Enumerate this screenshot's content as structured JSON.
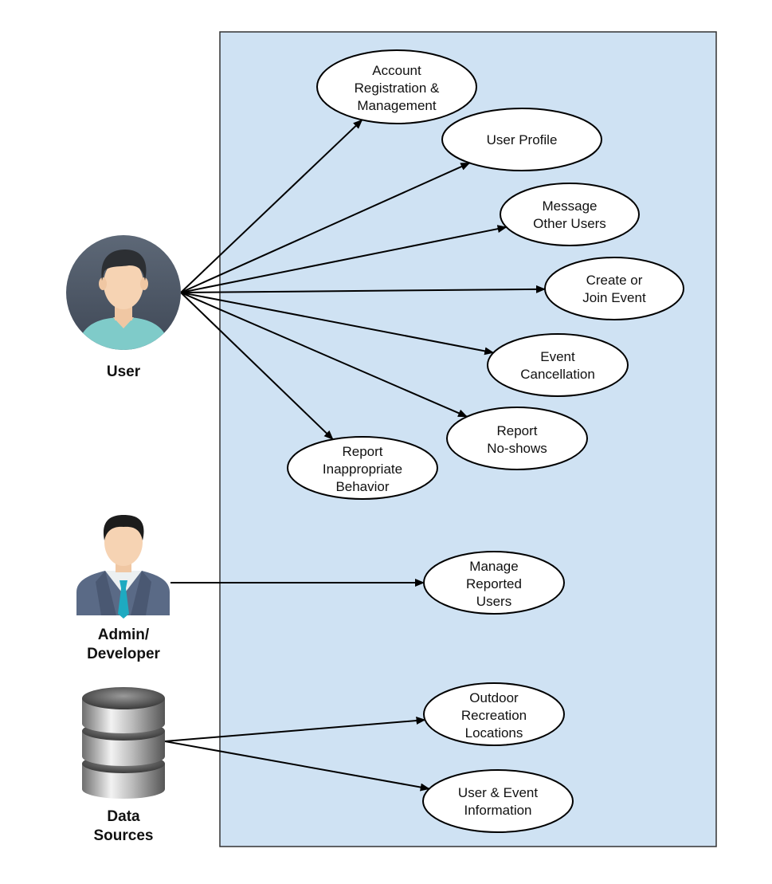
{
  "colors": {
    "system_fill": "#cfe2f3",
    "system_border": "#333333",
    "ellipse_fill": "#ffffff",
    "line": "#000000"
  },
  "actors": {
    "user": {
      "label": "User",
      "icon": "user-avatar-icon"
    },
    "admin": {
      "label_lines": [
        "Admin/",
        "Developer"
      ],
      "icon": "admin-businessman-icon"
    },
    "data_sources": {
      "label_lines": [
        "Data",
        "Sources"
      ],
      "icon": "database-icon"
    }
  },
  "use_cases": {
    "account_registration": {
      "lines": [
        "Account",
        "Registration &",
        "Management"
      ]
    },
    "user_profile": {
      "lines": [
        "User Profile"
      ]
    },
    "message_other_users": {
      "lines": [
        "Message",
        "Other Users"
      ]
    },
    "create_join_event": {
      "lines": [
        "Create or",
        "Join Event"
      ]
    },
    "event_cancellation": {
      "lines": [
        "Event",
        "Cancellation"
      ]
    },
    "report_no_shows": {
      "lines": [
        "Report",
        "No-shows"
      ]
    },
    "report_inappropriate": {
      "lines": [
        "Report",
        "Inappropriate",
        "Behavior"
      ]
    },
    "manage_reported_users": {
      "lines": [
        "Manage",
        "Reported",
        "Users"
      ]
    },
    "outdoor_recreation": {
      "lines": [
        "Outdoor",
        "Recreation",
        "Locations"
      ]
    },
    "user_event_information": {
      "lines": [
        "User & Event",
        "Information"
      ]
    }
  },
  "associations": [
    {
      "from": "user",
      "to": "account_registration"
    },
    {
      "from": "user",
      "to": "user_profile"
    },
    {
      "from": "user",
      "to": "message_other_users"
    },
    {
      "from": "user",
      "to": "create_join_event"
    },
    {
      "from": "user",
      "to": "event_cancellation"
    },
    {
      "from": "user",
      "to": "report_no_shows"
    },
    {
      "from": "user",
      "to": "report_inappropriate"
    },
    {
      "from": "admin",
      "to": "manage_reported_users"
    },
    {
      "from": "data_sources",
      "to": "outdoor_recreation"
    },
    {
      "from": "data_sources",
      "to": "user_event_information"
    }
  ]
}
